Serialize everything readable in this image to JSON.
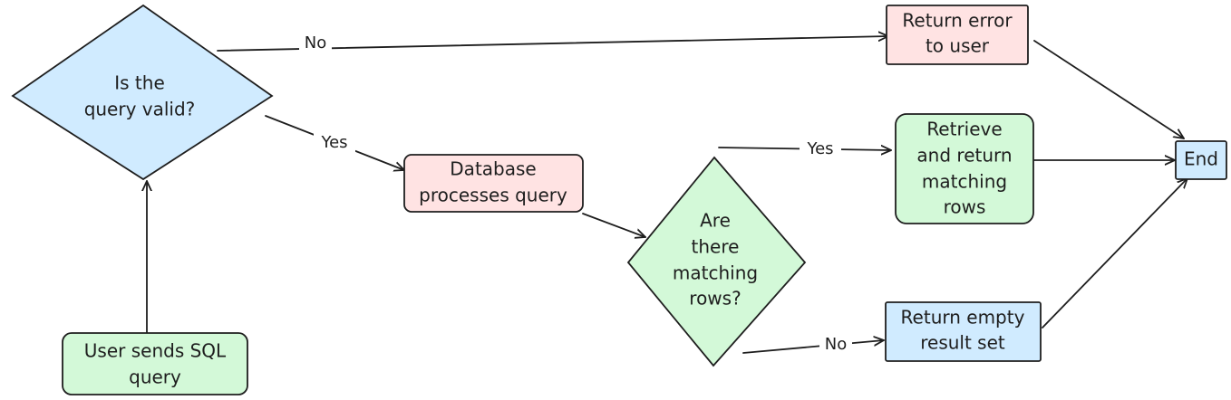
{
  "nodes": {
    "user_sends": {
      "label_lines": [
        "User sends SQL",
        "query"
      ],
      "fill": "#d3f9d8",
      "shape": "rect"
    },
    "valid_check": {
      "label_lines": [
        "Is the",
        "query valid?"
      ],
      "fill": "#d0ebff",
      "shape": "diamond"
    },
    "return_error": {
      "label_lines": [
        "Return error",
        "to user"
      ],
      "fill": "#ffe3e3",
      "shape": "rect"
    },
    "db_processes": {
      "label_lines": [
        "Database",
        "processes query"
      ],
      "fill": "#ffe3e3",
      "shape": "rect"
    },
    "rows_check": {
      "label_lines": [
        "Are",
        "there",
        "matching",
        "rows?"
      ],
      "fill": "#d3f9d8",
      "shape": "diamond"
    },
    "retrieve_rows": {
      "label_lines": [
        "Retrieve",
        "and return",
        "matching",
        "rows"
      ],
      "fill": "#d3f9d8",
      "shape": "rect"
    },
    "return_empty": {
      "label_lines": [
        "Return empty",
        "result set"
      ],
      "fill": "#d0ebff",
      "shape": "rect"
    },
    "end": {
      "label_lines": [
        "End"
      ],
      "fill": "#d0ebff",
      "shape": "rect"
    }
  },
  "edges": {
    "valid_no": {
      "label": "No"
    },
    "valid_yes": {
      "label": "Yes"
    },
    "rows_yes": {
      "label": "Yes"
    },
    "rows_no": {
      "label": "No"
    }
  },
  "colors": {
    "stroke": "#1e1e1e",
    "green_fill": "#d3f9d8",
    "blue_fill": "#d0ebff",
    "red_fill": "#ffe3e3"
  }
}
